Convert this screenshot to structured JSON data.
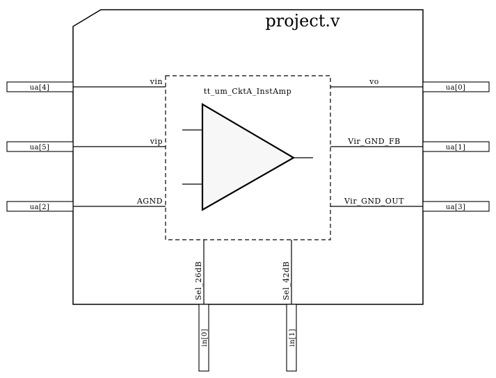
{
  "module": {
    "title": "project.v",
    "instance": "tt_um_CktA_InstAmp"
  },
  "left_ports": [
    {
      "pin": "ua[4]",
      "signal": "vin"
    },
    {
      "pin": "ua[5]",
      "signal": "vip"
    },
    {
      "pin": "ua[2]",
      "signal": "AGND"
    }
  ],
  "right_ports": [
    {
      "pin": "ua[0]",
      "signal": "vo"
    },
    {
      "pin": "ua[1]",
      "signal": "Vir_GND_FB"
    },
    {
      "pin": "ua[3]",
      "signal": "Vir_GND_OUT"
    }
  ],
  "bottom_ports": [
    {
      "pin": "in[0]",
      "signal": "Sel_26dB"
    },
    {
      "pin": "in[1]",
      "signal": "Sel_42dB"
    }
  ],
  "colors": {
    "stroke": "#000000",
    "amp_fill": "#f7f7f7",
    "background": "#ffffff"
  }
}
